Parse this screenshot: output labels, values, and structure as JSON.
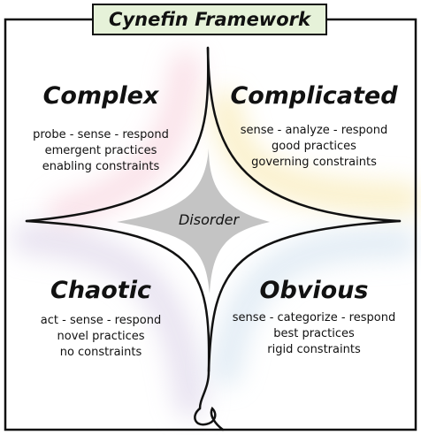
{
  "title": "Cynefin Framework",
  "center": "Disorder",
  "domains": {
    "complex": {
      "name": "Complex",
      "lines": [
        "probe - sense - respond",
        "emergent practices",
        "enabling constraints"
      ],
      "tint": "#f6c9d6"
    },
    "complicated": {
      "name": "Complicated",
      "lines": [
        "sense - analyze - respond",
        "good practices",
        "governing constraints"
      ],
      "tint": "#f7e6a6"
    },
    "chaotic": {
      "name": "Chaotic",
      "lines": [
        "act - sense - respond",
        "novel practices",
        "no constraints"
      ],
      "tint": "#d8cfe6"
    },
    "obvious": {
      "name": "Obvious",
      "lines": [
        "sense - categorize - respond",
        "best practices",
        "rigid constraints"
      ],
      "tint": "#cfe0ee"
    }
  },
  "colors": {
    "title_bg": "#e6f2d9",
    "disorder_fill": "#c4c4c4",
    "stroke": "#111111"
  }
}
